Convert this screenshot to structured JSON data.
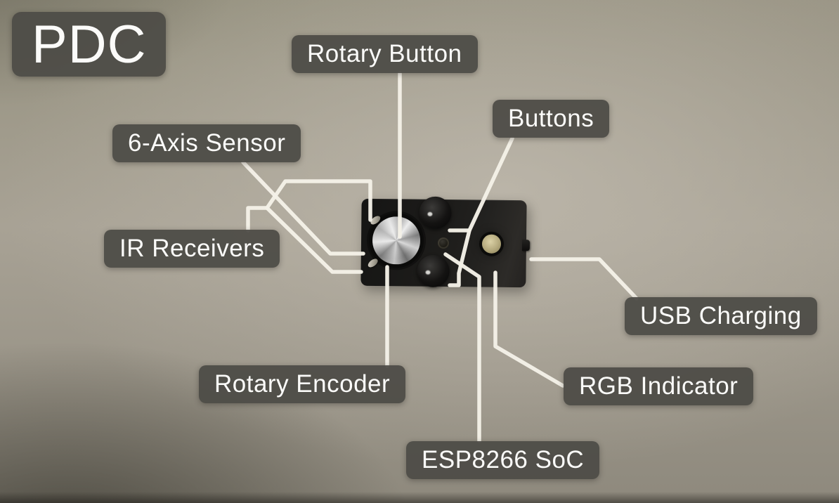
{
  "callouts": {
    "pdc": {
      "text": "PDC"
    },
    "rotary_button": {
      "text": "Rotary Button"
    },
    "buttons": {
      "text": "Buttons"
    },
    "six_axis_sensor": {
      "text": "6-Axis Sensor"
    },
    "ir_receivers": {
      "text": "IR Receivers"
    },
    "rotary_encoder": {
      "text": "Rotary Encoder"
    },
    "usb_charging": {
      "text": "USB Charging"
    },
    "rgb_indicator": {
      "text": "RGB Indicator"
    },
    "esp8266_soc": {
      "text": "ESP8266 SoC"
    }
  },
  "colors": {
    "label_background": "#4d4b46",
    "label_text": "#fbfbf9",
    "callout_line": "#f4f1e7",
    "wall": "#a39d90",
    "device_body": "#1d1c1a",
    "knob_metal": "#c9c9c9",
    "indicator_led": "#b3a87c"
  }
}
